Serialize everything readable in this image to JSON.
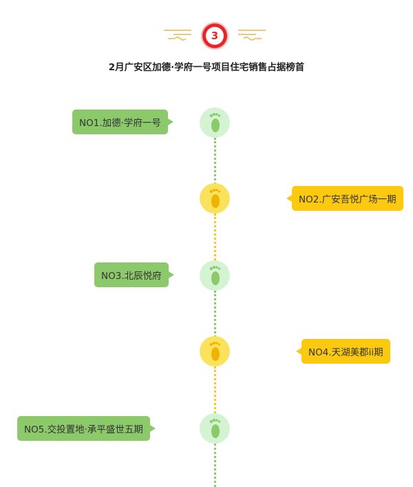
{
  "header": {
    "badge_number": "3",
    "title": "2月广安区加德·学府一号项目住宅销售占据榜首"
  },
  "colors": {
    "accent_red": "#e8262a",
    "green": "#8bc96b",
    "yellow": "#fbc90f",
    "deco_gold": "#e9b94c"
  },
  "ranking": [
    {
      "label": "NO1.加德·学府一号",
      "side": "left",
      "color": "green",
      "icon": "footprint-icon"
    },
    {
      "label": "NO2.广安吾悦广场一期",
      "side": "right",
      "color": "yellow",
      "icon": "footprint-icon"
    },
    {
      "label": "NO3.北辰悦府",
      "side": "left",
      "color": "green",
      "icon": "footprint-icon"
    },
    {
      "label": "NO4.天湖美郡ii期",
      "side": "right",
      "color": "yellow",
      "icon": "footprint-icon"
    },
    {
      "label": "NO5.交投置地·承平盛世五期",
      "side": "left",
      "color": "green",
      "icon": "footprint-icon"
    }
  ]
}
